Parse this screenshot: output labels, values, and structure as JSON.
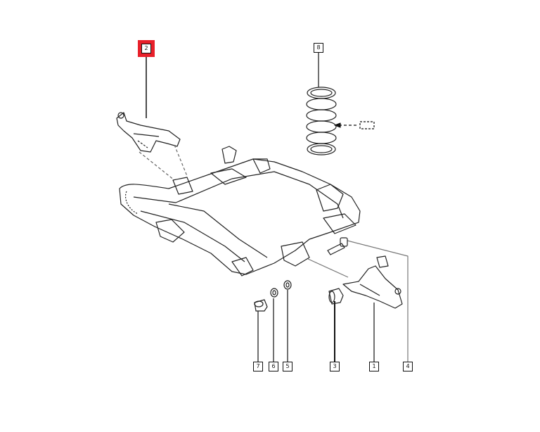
{
  "diagram": {
    "selected_part": "2",
    "highlight_color": "#e8202a",
    "parts": [
      {
        "id": "p1",
        "label": "1"
      },
      {
        "id": "p2",
        "label": "2"
      },
      {
        "id": "p3",
        "label": "3"
      },
      {
        "id": "p4",
        "label": "4"
      },
      {
        "id": "p5",
        "label": "5"
      },
      {
        "id": "p6",
        "label": "6"
      },
      {
        "id": "p7",
        "label": "7"
      },
      {
        "id": "p8",
        "label": "8"
      }
    ]
  }
}
